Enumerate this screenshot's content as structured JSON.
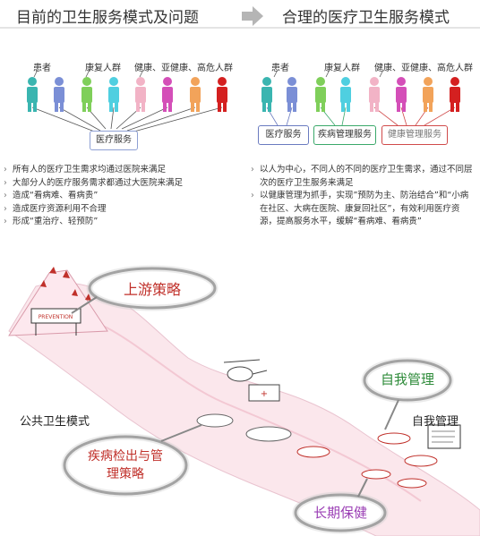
{
  "left_panel": {
    "title": "目前的卫生服务模式及问题",
    "people_label": "患者",
    "rehab_label": "康复人群",
    "health_label": "健康、亚健康、高危人群",
    "box_label": "医疗服务",
    "bullets": [
      "所有人的医疗卫生需求均通过医院来满足",
      "大部分人的医疗服务需求都通过大医院来满足",
      "造成“看病难、看病贵”",
      "造成医疗资源利用不合理",
      "形成“重治疗、轻预防”"
    ]
  },
  "right_panel": {
    "title": "合理的医疗卫生服务模式",
    "people_label": "患者",
    "rehab_label": "康复人群",
    "health_label": "健康、亚健康、高危人群",
    "box_medical": "医疗服务",
    "box_chronic": "疾病管理服务",
    "box_health": "健康管理服务",
    "bullets": [
      "以人为中心，不同人的不同的医疗卫生需求，通过不同层次的医疗卫生服务来满足",
      "以健康管理为抓手，实现”预防为主、防治结合”和“小病在社区、大病在医院、康复回社区”，有效利用医疗资源，提高服务水平，缓解“看病难、看病贵”"
    ]
  },
  "illustration": {
    "bubble_upstream": "上游策略",
    "bubble_self": "自我管理",
    "bubble_screening": "疾病检出与管理策略",
    "bubble_longterm": "长期保健",
    "label_public": "公共卫生模式",
    "label_self": "自我管理",
    "colors": {
      "bubble_text_red": "#c0302a",
      "bubble_text_green": "#2e8b3a",
      "bubble_text_purple": "#9b3fb5"
    }
  },
  "colors": {
    "figure_teal": "#3ab5b0",
    "figure_blue": "#7b8fd6",
    "figure_green": "#7fcf5a",
    "figure_cyan": "#4fcfe0",
    "figure_pink": "#f2b3c6",
    "figure_magenta": "#d44fb8",
    "figure_orange": "#f2a35a",
    "figure_red": "#d42020"
  }
}
